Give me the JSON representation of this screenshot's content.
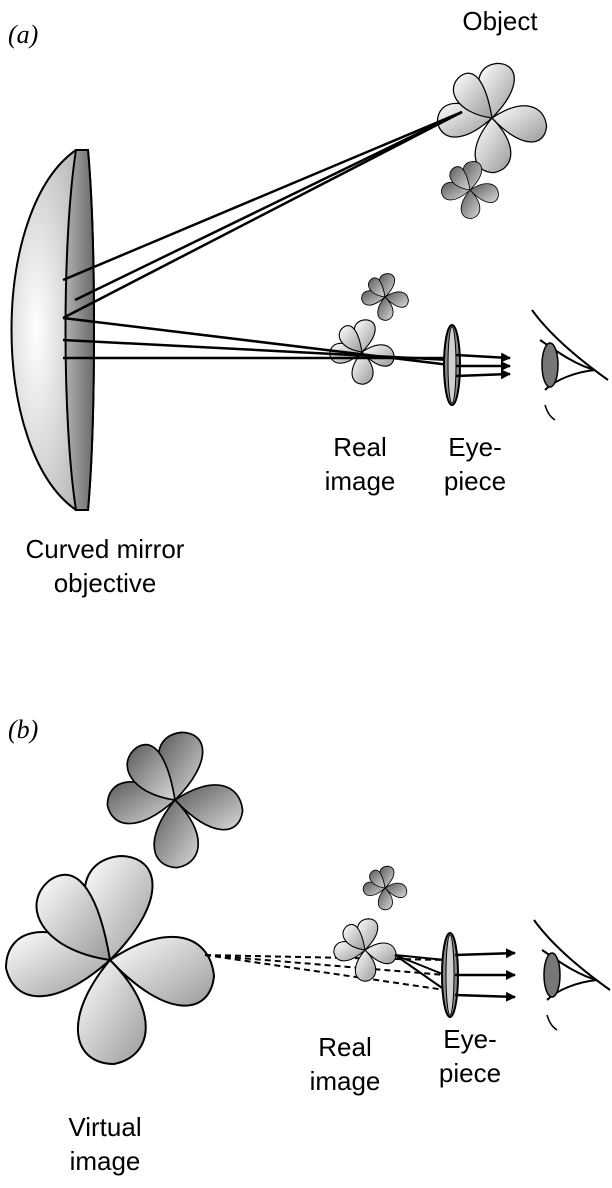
{
  "panel_a": {
    "label": "(a)",
    "object_label": "Object",
    "real_image_label": [
      "Real",
      "image"
    ],
    "eyepiece_label": [
      "Eye-",
      "piece"
    ],
    "objective_label": [
      "Curved mirror",
      "objective"
    ]
  },
  "panel_b": {
    "label": "(b)",
    "real_image_label": [
      "Real",
      "image"
    ],
    "eyepiece_label": [
      "Eye-",
      "piece"
    ],
    "virtual_image_label": [
      "Virtual",
      "image"
    ]
  }
}
